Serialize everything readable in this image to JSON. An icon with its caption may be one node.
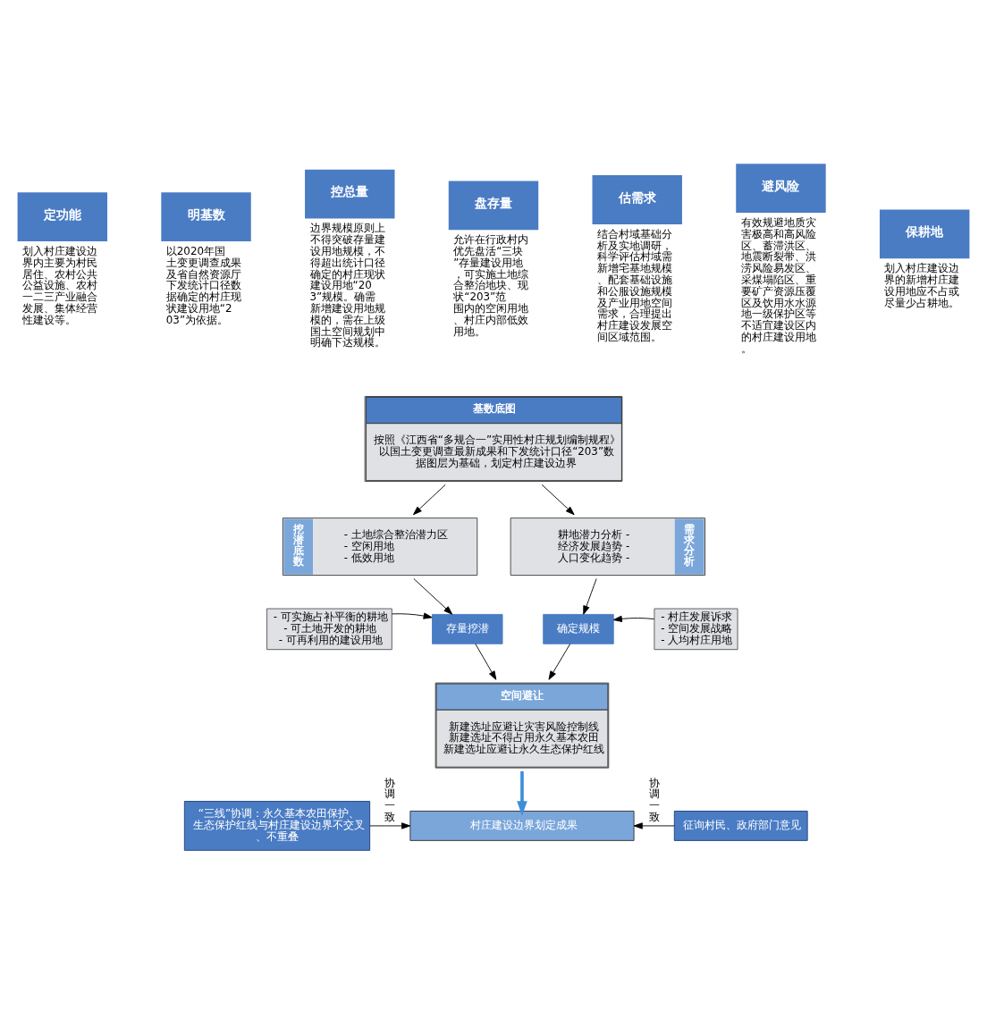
{
  "diagram": {
    "nodes": [
      {
        "text": [
          "定功能",
          "划入村庄建设边界内主要为村民居住、农村公共公益设施、农村一二三产业融合发展、集体经营性建设等。"
        ]
      },
      {
        "text": [
          "明基数",
          "以2020年国土变更调查成果及省自然资源厅下发统计口径数据确定的村庄现状建设用地“203”为依据。"
        ]
      },
      {
        "text": [
          "控总量",
          "边界规模原则上不得突破存量建设用地规模，不得超出统计口径确定的村庄现状建设用地“203”规模。确需新增建设用地规模的，需在上级国土空间规划中明确下达规模。"
        ]
      },
      {
        "text": [
          "盘存量",
          "允许在行政村内优先盘活“三块”存量建设用地，可实施土地综合整治地块、现状“203”范围内的空闲用地、村庄内部低效用地。"
        ]
      },
      {
        "text": [
          "估需求",
          "结合村域基础分析及实地调研，科学评估村域需新增宅基地规模、配套基础设施和公服设施规模及产业用地空间需求，合理提出村庄建设发展空间区域范围。"
        ]
      },
      {
        "text": [
          "避风险",
          "有效规避地质灾害极高和高风险区、蓄滞洪区、地震断裂带、洪涝风险易发区、采煤塌陷区、重要矿产资源压覆区及饮用水水源地一级保护区等不适宜建设区内的村庄建设用地。"
        ]
      },
      {
        "text": [
          "保耕地",
          "划入村庄建设边界的新增村庄建设用地应不占或尽量少占耕地。"
        ]
      },
      {
        "text": [
          "基数底图",
          "按照《江西省“多规合一”实用性村庄规划编制规程》以国土变更调查最新成果和下发统计口径“203”数据图层为基础，划定村庄建设边界"
        ]
      },
      {
        "text": [
          "挖潜底数",
          "- 土地综合整治潜力区",
          "- 空闲用地",
          "- 低效用地"
        ]
      },
      {
        "text": [
          "耕地潜力分析 -",
          "经济发展趋势 -",
          "人口变化趋势 -",
          "需求分析"
        ]
      },
      {
        "text": [
          "- 可实施占补平衡的耕地",
          "- 可土地开发的耕地",
          "- 可再利用的建设用地"
        ]
      },
      {
        "text": [
          "存量挖潜"
        ]
      },
      {
        "text": [
          "确定规模"
        ]
      },
      {
        "text": [
          "- 村庄发展诉求",
          "- 空间发展战略",
          "- 人均村庄用地"
        ]
      },
      {
        "text": [
          "空间避让",
          "新建选址应避让灾害风险控制线",
          "新建选址不得占用永久基本农田",
          "新建选址应避让永久生态保护红线"
        ]
      },
      {
        "text": [
          "村庄建设边界划定成果"
        ]
      },
      {
        "text": [
          "“三线”协调：永久基本农田保护、生态保护红线与村庄建设边界不交叉、不重叠"
        ]
      },
      {
        "text": [
          "征询村民、政府部门意见"
        ]
      }
    ],
    "edges": [
      {
        "from": 7,
        "to": 8,
        "arrow": "to"
      },
      {
        "from": 7,
        "to": 9,
        "arrow": "to"
      },
      {
        "from": 8,
        "to": 11,
        "arrow": "to"
      },
      {
        "from": 10,
        "to": 11,
        "arrow": "to"
      },
      {
        "from": 9,
        "to": 12,
        "arrow": "to"
      },
      {
        "from": 13,
        "to": 12,
        "arrow": "to"
      },
      {
        "from": 11,
        "to": 14,
        "arrow": "to"
      },
      {
        "from": 12,
        "to": 14,
        "arrow": "to"
      },
      {
        "from": 14,
        "to": 15,
        "arrow": "to",
        "style": "thick",
        "color": "#3d8fd8"
      },
      {
        "from": 16,
        "to": 15,
        "arrow": "to",
        "label": "协调一致"
      },
      {
        "from": 17,
        "to": 15,
        "arrow": "to",
        "label": "协调一致"
      }
    ]
  }
}
